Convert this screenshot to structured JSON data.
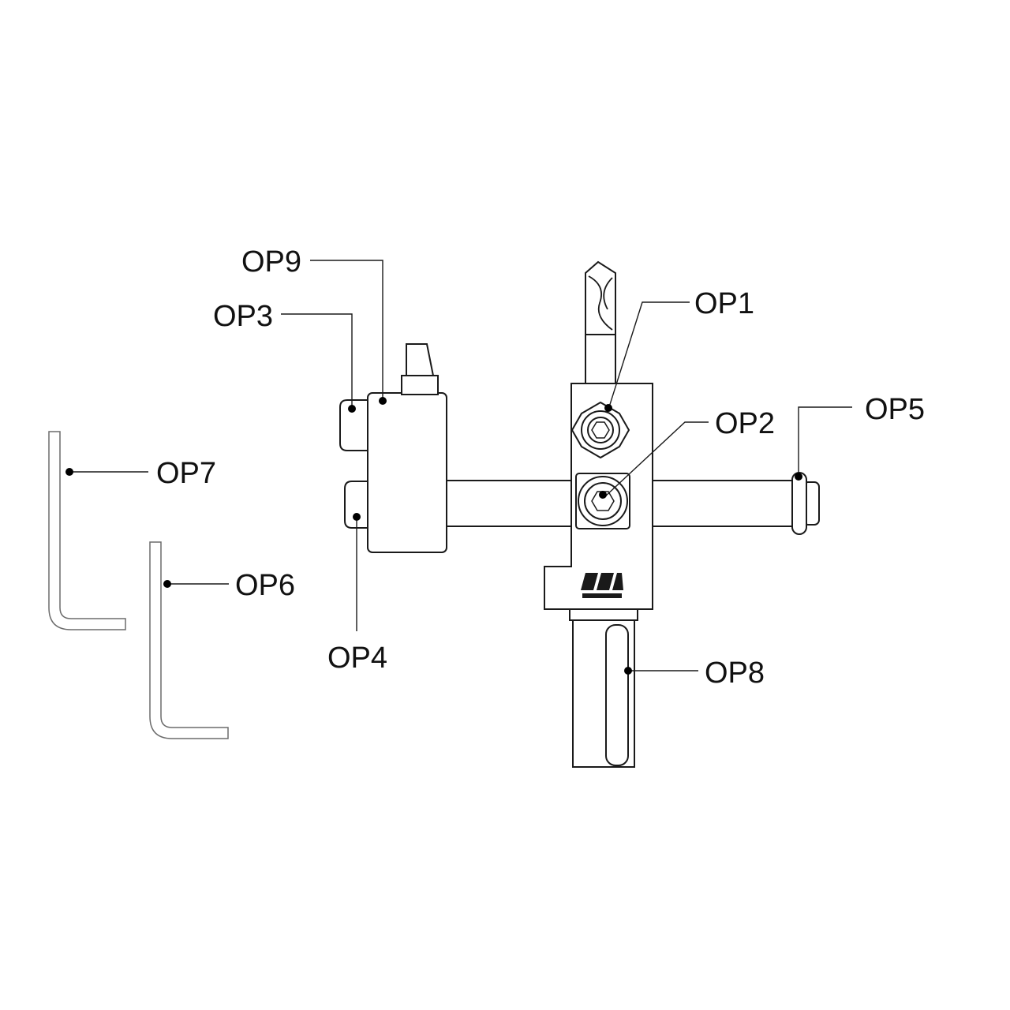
{
  "labels": {
    "op1": "OP1",
    "op2": "OP2",
    "op3": "OP3",
    "op4": "OP4",
    "op5": "OP5",
    "op6": "OP6",
    "op7": "OP7",
    "op8": "OP8",
    "op9": "OP9"
  },
  "colors": {
    "line": "#1a1a1a",
    "hex_key_outline": "#6b6b6b",
    "background": "#ffffff"
  }
}
